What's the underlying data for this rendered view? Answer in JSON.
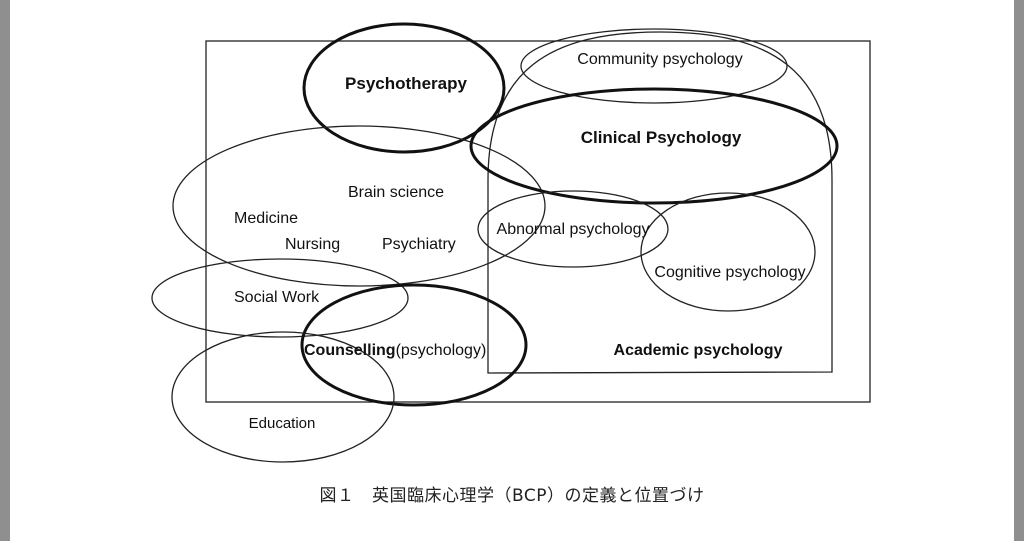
{
  "labels": {
    "psychotherapy": "Psychotherapy",
    "community": "Community psychology",
    "clinical": "Clinical Psychology",
    "brain_science": "Brain science",
    "medicine": "Medicine",
    "nursing": "Nursing",
    "psychiatry": "Psychiatry",
    "abnormal": "Abnormal psychology",
    "cognitive": "Cognitive psychology",
    "social_work": "Social Work",
    "counselling": "Counselling",
    "counselling_suffix": "(psychology)",
    "academic": "Academic psychology",
    "education": "Education"
  },
  "caption": "図１　英国臨床心理学（BCP）の定義と位置づけ"
}
